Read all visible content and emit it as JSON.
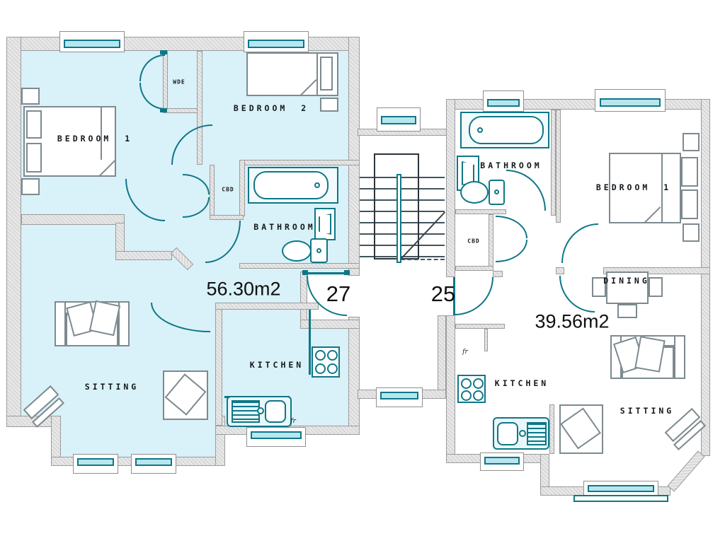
{
  "units": {
    "left": {
      "number": "27",
      "area": "56.30m2",
      "bedroom1": "BEDROOM 1",
      "bedroom2": "BEDROOM 2",
      "bathroom": "BATHROOM",
      "sitting": "SITTING",
      "kitchen": "KITCHEN",
      "wardrobe": "WDE",
      "cupboard": "CBD",
      "fridge": "fr"
    },
    "right": {
      "number": "25",
      "area": "39.56m2",
      "bathroom": "BATHROOM",
      "bedroom1": "BEDROOM 1",
      "dining": "DINING",
      "kitchen": "KITCHEN",
      "sitting": "SITTING",
      "cupboard": "CBD",
      "fridge": "fr"
    }
  },
  "colors": {
    "teal": "#0e7787",
    "wall": "#d8d8d8",
    "floor_left": "#d9f1f8",
    "furniture_outline": "#7d8a90",
    "text": "#14181a"
  }
}
